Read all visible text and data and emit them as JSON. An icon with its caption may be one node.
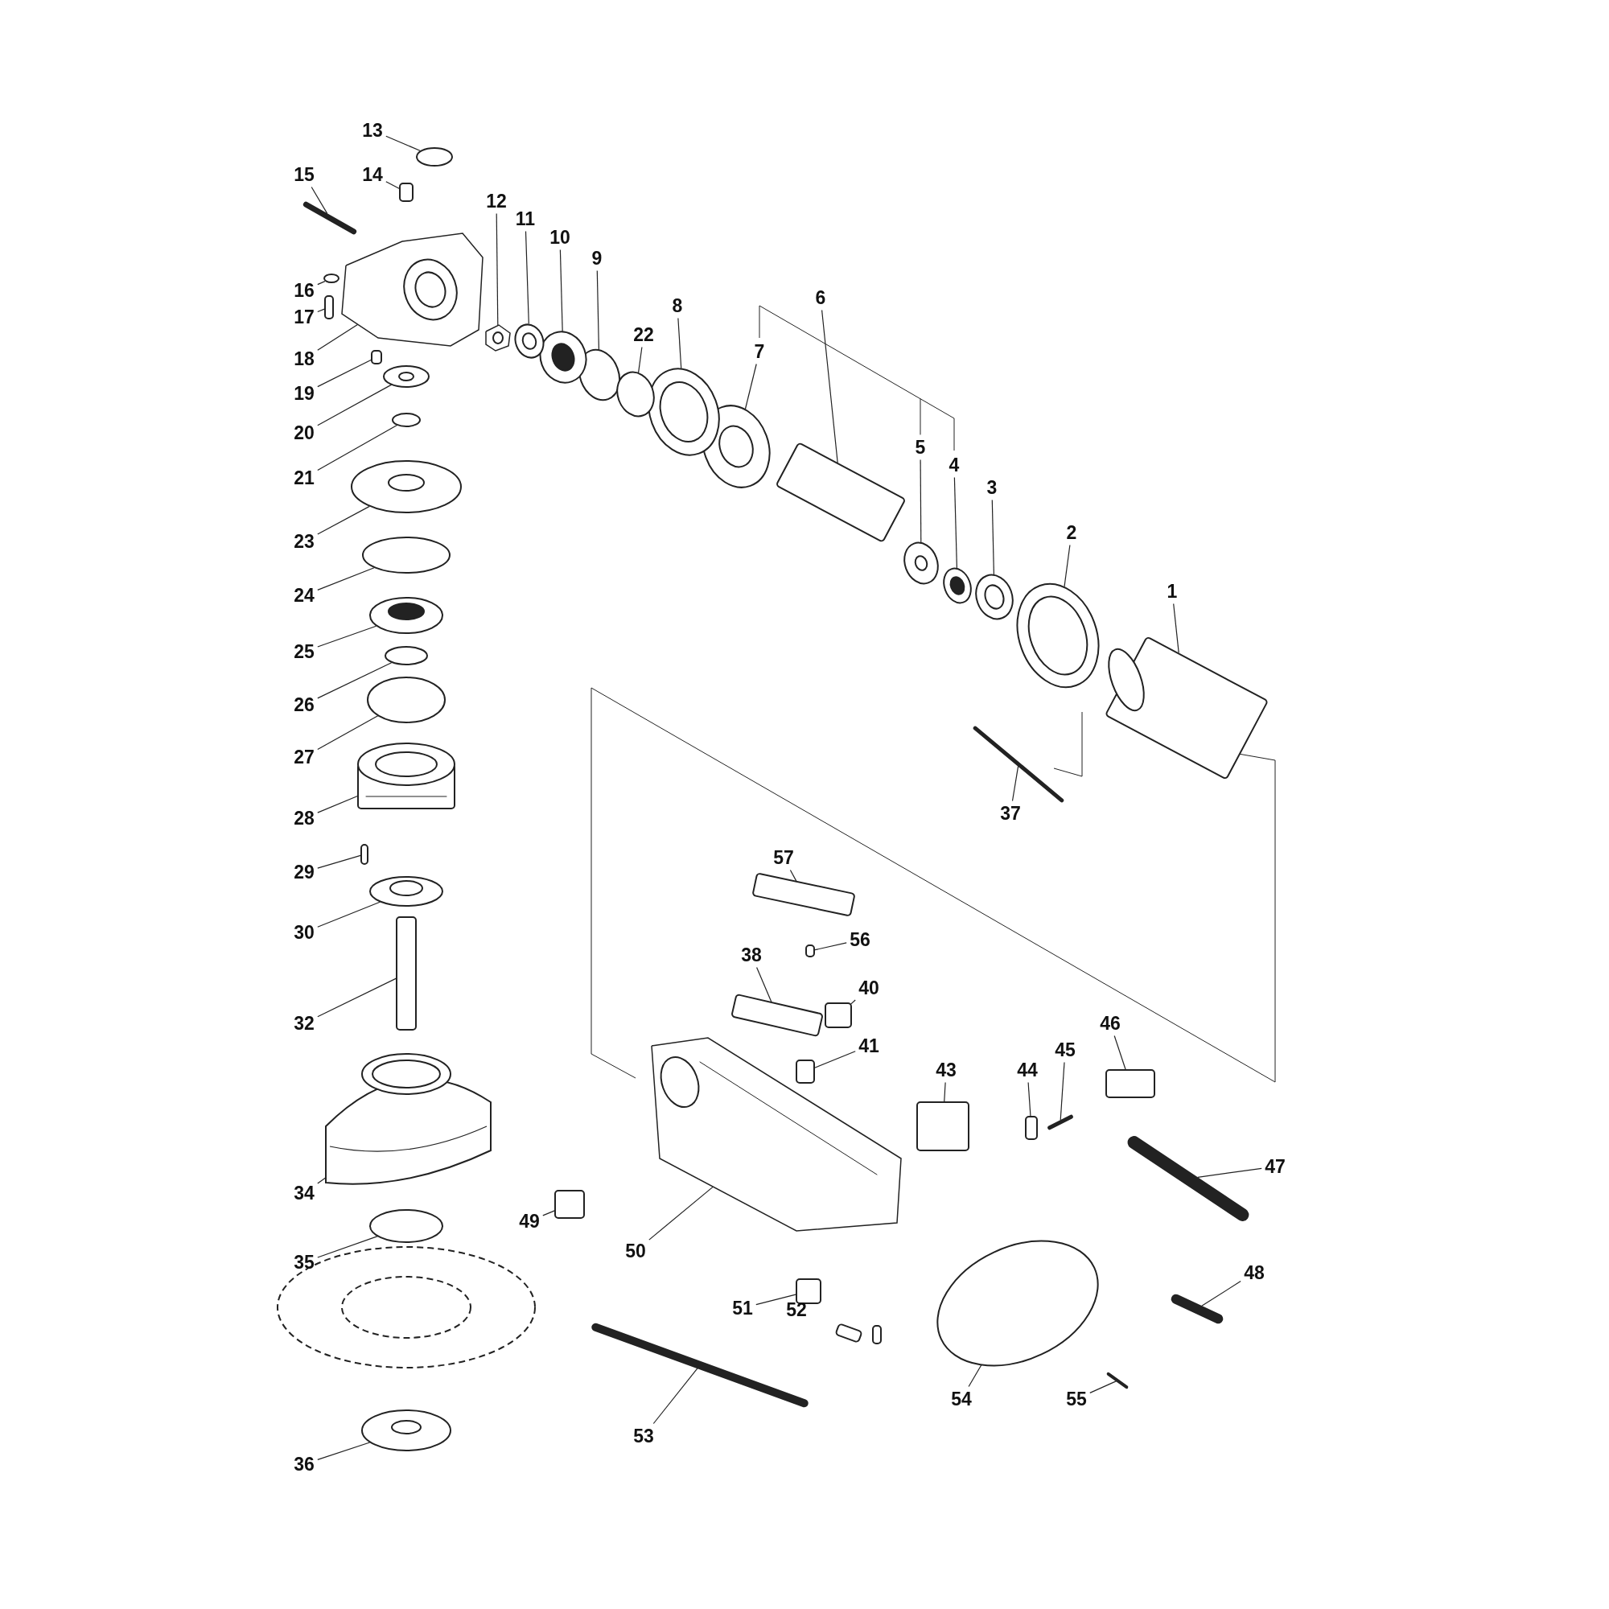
{
  "diagram": {
    "nodes": [
      {
        "text": [
          "1"
        ]
      },
      {
        "text": [
          "2"
        ]
      },
      {
        "text": [
          "3"
        ]
      },
      {
        "text": [
          "4"
        ]
      },
      {
        "text": [
          "5"
        ]
      },
      {
        "text": [
          "6"
        ]
      },
      {
        "text": [
          "7"
        ]
      },
      {
        "text": [
          "8"
        ]
      },
      {
        "text": [
          "9"
        ]
      },
      {
        "text": [
          "10"
        ]
      },
      {
        "text": [
          "11"
        ]
      },
      {
        "text": [
          "12"
        ]
      },
      {
        "text": [
          "13"
        ]
      },
      {
        "text": [
          "14"
        ]
      },
      {
        "text": [
          "15"
        ]
      },
      {
        "text": [
          "16"
        ]
      },
      {
        "text": [
          "17"
        ]
      },
      {
        "text": [
          "18"
        ]
      },
      {
        "text": [
          "19"
        ]
      },
      {
        "text": [
          "20"
        ]
      },
      {
        "text": [
          "21"
        ]
      },
      {
        "text": [
          "22"
        ]
      },
      {
        "text": [
          "23"
        ]
      },
      {
        "text": [
          "24"
        ]
      },
      {
        "text": [
          "25"
        ]
      },
      {
        "text": [
          "26"
        ]
      },
      {
        "text": [
          "27"
        ]
      },
      {
        "text": [
          "28"
        ]
      },
      {
        "text": [
          "29"
        ]
      },
      {
        "text": [
          "30"
        ]
      },
      {
        "text": [
          "32"
        ]
      },
      {
        "text": [
          "34"
        ]
      },
      {
        "text": [
          "35"
        ]
      },
      {
        "text": [
          "36"
        ]
      },
      {
        "text": [
          "37"
        ]
      },
      {
        "text": [
          "38"
        ]
      },
      {
        "text": [
          "40"
        ]
      },
      {
        "text": [
          "41"
        ]
      },
      {
        "text": [
          "43"
        ]
      },
      {
        "text": [
          "44"
        ]
      },
      {
        "text": [
          "45"
        ]
      },
      {
        "text": [
          "46"
        ]
      },
      {
        "text": [
          "47"
        ]
      },
      {
        "text": [
          "48"
        ]
      },
      {
        "text": [
          "49"
        ]
      },
      {
        "text": [
          "50"
        ]
      },
      {
        "text": [
          "51"
        ]
      },
      {
        "text": [
          "53"
        ]
      },
      {
        "text": [
          "54"
        ]
      },
      {
        "text": [
          "55"
        ]
      },
      {
        "text": [
          "56"
        ]
      },
      {
        "text": [
          "57"
        ]
      },
      {
        "text": [],
        "shape": "picture"
      },
      {
        "text": [],
        "shape": "picture"
      },
      {
        "text": [],
        "shape": "picture"
      },
      {
        "text": [],
        "shape": "picture"
      },
      {
        "text": [],
        "shape": "picture"
      },
      {
        "text": [],
        "shape": "box"
      },
      {
        "text": [],
        "shape": "picture"
      },
      {
        "text": [],
        "shape": "picture"
      },
      {
        "text": [],
        "shape": "circle"
      },
      {
        "text": [],
        "shape": "picture"
      },
      {
        "text": [],
        "shape": "picture"
      },
      {
        "text": [],
        "shape": "picture"
      },
      {
        "text": [],
        "shape": "circle"
      },
      {
        "text": [],
        "shape": "box"
      },
      {
        "text": [],
        "shape": "bar"
      },
      {
        "text": [],
        "shape": "circle"
      },
      {
        "text": [],
        "shape": "box"
      },
      {
        "text": [],
        "shape": "picture"
      },
      {
        "text": [],
        "shape": "box"
      },
      {
        "text": [],
        "shape": "picture"
      },
      {
        "text": [],
        "shape": "circle"
      },
      {
        "text": [],
        "shape": "circle"
      },
      {
        "text": [],
        "shape": "picture"
      },
      {
        "text": [],
        "shape": "circle"
      },
      {
        "text": [],
        "shape": "picture"
      },
      {
        "text": [],
        "shape": "circle"
      },
      {
        "text": [],
        "shape": "circle"
      },
      {
        "text": [],
        "shape": "picture"
      },
      {
        "text": [],
        "shape": "box"
      },
      {
        "text": [],
        "shape": "picture"
      },
      {
        "text": [],
        "shape": "box"
      },
      {
        "text": [],
        "shape": "picture"
      },
      {
        "text": [],
        "shape": "circle"
      },
      {
        "text": [],
        "shape": "picture"
      },
      {
        "text": [],
        "shape": "bar"
      },
      {
        "text": [],
        "shape": "box"
      },
      {
        "text": [],
        "shape": "box"
      },
      {
        "text": [],
        "shape": "box"
      },
      {
        "text": [],
        "shape": "box"
      },
      {
        "text": [],
        "shape": "box"
      },
      {
        "text": [],
        "shape": "bar"
      },
      {
        "text": [],
        "shape": "box"
      },
      {
        "text": [],
        "shape": "bar"
      },
      {
        "text": [],
        "shape": "bar"
      },
      {
        "text": [],
        "shape": "box"
      },
      {
        "text": [],
        "shape": "picture"
      },
      {
        "text": [],
        "shape": "box"
      },
      {
        "text": [],
        "shape": "bar"
      },
      {
        "text": [],
        "shape": "circle"
      },
      {
        "text": [],
        "shape": "bar"
      },
      {
        "text": [],
        "shape": "box"
      },
      {
        "text": [],
        "shape": "box"
      }
    ],
    "edges": [
      {
        "from": 0,
        "to": 52,
        "arrow": "none"
      },
      {
        "from": 1,
        "to": 53,
        "arrow": "none"
      },
      {
        "from": 2,
        "to": 54,
        "arrow": "none"
      },
      {
        "from": 3,
        "to": 55,
        "arrow": "none"
      },
      {
        "from": 4,
        "to": 56,
        "arrow": "none"
      },
      {
        "from": 5,
        "to": 57,
        "arrow": "none"
      },
      {
        "from": 6,
        "to": 58,
        "arrow": "none"
      },
      {
        "from": 7,
        "to": 59,
        "arrow": "none"
      },
      {
        "from": 8,
        "to": 60,
        "arrow": "none"
      },
      {
        "from": 9,
        "to": 61,
        "arrow": "none"
      },
      {
        "from": 10,
        "to": 62,
        "arrow": "none"
      },
      {
        "from": 11,
        "to": 63,
        "arrow": "none"
      },
      {
        "from": 12,
        "to": 64,
        "arrow": "none"
      },
      {
        "from": 13,
        "to": 65,
        "arrow": "none"
      },
      {
        "from": 14,
        "to": 66,
        "arrow": "none"
      },
      {
        "from": 15,
        "to": 67,
        "arrow": "none"
      },
      {
        "from": 16,
        "to": 68,
        "arrow": "none"
      },
      {
        "from": 17,
        "to": 69,
        "arrow": "none"
      },
      {
        "from": 18,
        "to": 70,
        "arrow": "none"
      },
      {
        "from": 19,
        "to": 71,
        "arrow": "none"
      },
      {
        "from": 20,
        "to": 72,
        "arrow": "none"
      },
      {
        "from": 21,
        "to": 73,
        "arrow": "none"
      },
      {
        "from": 22,
        "to": 74,
        "arrow": "none"
      },
      {
        "from": 23,
        "to": 75,
        "arrow": "none"
      },
      {
        "from": 24,
        "to": 76,
        "arrow": "none"
      },
      {
        "from": 25,
        "to": 77,
        "arrow": "none"
      },
      {
        "from": 26,
        "to": 78,
        "arrow": "none"
      },
      {
        "from": 27,
        "to": 79,
        "arrow": "none"
      },
      {
        "from": 28,
        "to": 80,
        "arrow": "none"
      },
      {
        "from": 29,
        "to": 81,
        "arrow": "none"
      },
      {
        "from": 30,
        "to": 82,
        "arrow": "none"
      },
      {
        "from": 31,
        "to": 83,
        "arrow": "none"
      },
      {
        "from": 32,
        "to": 84,
        "arrow": "none"
      },
      {
        "from": 33,
        "to": 85,
        "arrow": "none"
      },
      {
        "from": 34,
        "to": 86,
        "arrow": "none"
      },
      {
        "from": 35,
        "to": 87,
        "arrow": "none"
      },
      {
        "from": 36,
        "to": 88,
        "arrow": "none"
      },
      {
        "from": 37,
        "to": 89,
        "arrow": "none"
      },
      {
        "from": 38,
        "to": 90,
        "arrow": "none"
      },
      {
        "from": 39,
        "to": 91,
        "arrow": "none"
      },
      {
        "from": 40,
        "to": 92,
        "arrow": "none"
      },
      {
        "from": 41,
        "to": 93,
        "arrow": "none"
      },
      {
        "from": 42,
        "to": 94,
        "arrow": "none"
      },
      {
        "from": 43,
        "to": 95,
        "arrow": "none"
      },
      {
        "from": 44,
        "to": 96,
        "arrow": "none"
      },
      {
        "from": 45,
        "to": 97,
        "arrow": "none"
      },
      {
        "from": 46,
        "to": 98,
        "arrow": "none"
      },
      {
        "from": 47,
        "to": 99,
        "arrow": "none"
      },
      {
        "from": 48,
        "to": 100,
        "arrow": "none"
      },
      {
        "from": 49,
        "to": 101,
        "arrow": "none"
      },
      {
        "from": 50,
        "to": 102,
        "arrow": "none"
      },
      {
        "from": 51,
        "to": 103,
        "arrow": "none"
      }
    ],
    "labels": [
      "52"
    ]
  }
}
